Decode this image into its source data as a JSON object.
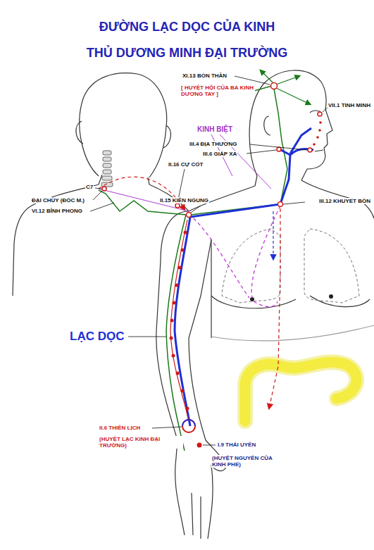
{
  "diagram": {
    "title": "ĐƯỜNG LẠC DỌC CỦA KINH THỦ DƯƠNG MINH ĐẠI TRƯỜNG",
    "labels": [
      "XI.13 BỔN THẦN",
      "[ HUYỆT HỘI CỦA BA KINH DƯƠNG TAY ]",
      "VII.1 TINH MINH",
      "KINH BIỆT",
      "III.4 ĐỊA THƯƠNG",
      "III.6 GIÁP XA",
      "II.16 CỰ CỐT",
      "C7",
      "ĐẠI CHÙY (ĐỐC M.)",
      "VI.12 BỈNH PHONG",
      "II.15 KIÊN NGUNG",
      "III.12 KHUYẾT BỒN",
      "LẠC DỌC",
      "II.6 THIÊN LỊCH",
      "(HUYỆT LẠC KINH ĐẠI TRƯỜNG)",
      "I.9 THÁI UYÊN",
      "(HUYỆT NGUYÊN CỦA KINH PHẾ)"
    ]
  }
}
